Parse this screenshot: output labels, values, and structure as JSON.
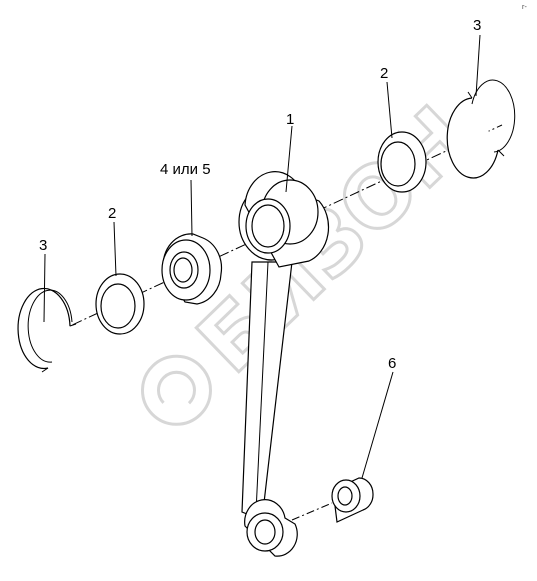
{
  "corner_mark": "г-",
  "watermark": {
    "text": "БИЗОН",
    "color": "#d7d7d7"
  },
  "callouts": [
    {
      "id": "connecting-rod",
      "text": "1"
    },
    {
      "id": "washer-right",
      "text": "2"
    },
    {
      "id": "ring-right",
      "text": "3"
    },
    {
      "id": "bearing",
      "text": "4 или 5"
    },
    {
      "id": "washer-left",
      "text": "2"
    },
    {
      "id": "ring-left",
      "text": "3"
    },
    {
      "id": "bushing",
      "text": "6"
    }
  ]
}
